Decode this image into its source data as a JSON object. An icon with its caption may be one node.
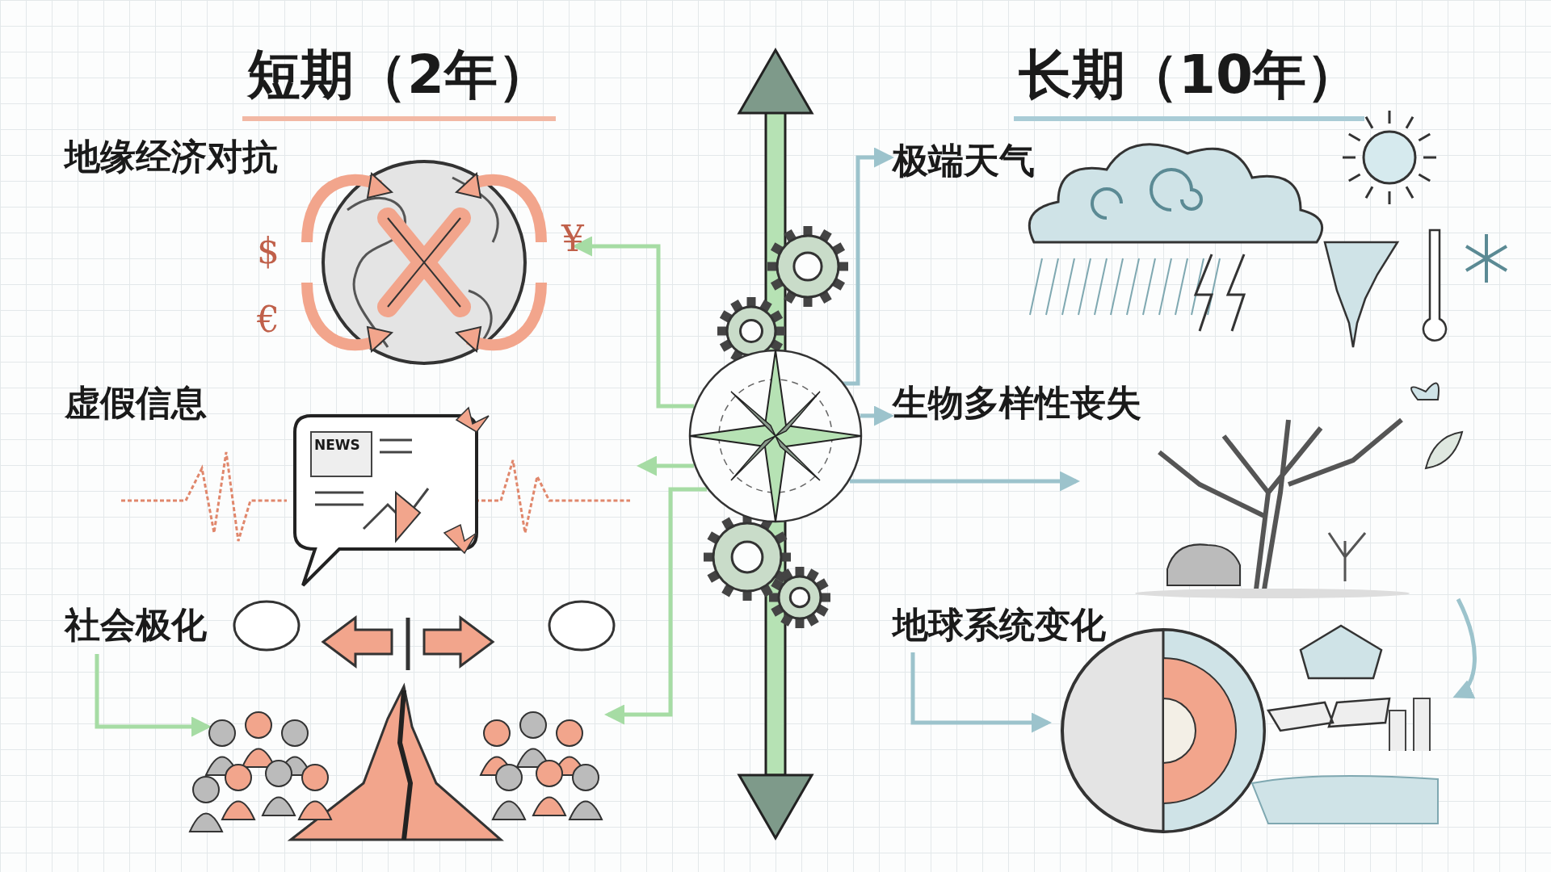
{
  "diagram": {
    "nodes": [
      {
        "text": [],
        "shape": "picture"
      },
      {
        "text": [
          "地缘经济对抗"
        ]
      },
      {
        "text": [
          "虚假信息"
        ]
      },
      {
        "text": [
          "社会极化"
        ]
      },
      {
        "text": [],
        "shape": "picture"
      },
      {
        "text": [
          "极端天气"
        ]
      },
      {
        "text": [
          "生物多样性丧失"
        ]
      },
      {
        "text": [
          "地球系统变化"
        ]
      },
      {
        "text": [],
        "shape": "picture"
      }
    ],
    "edges": [
      {
        "from": 0,
        "to": 1,
        "arrow": "to"
      },
      {
        "from": 0,
        "to": 2,
        "arrow": "to"
      },
      {
        "from": 0,
        "to": 4,
        "arrow": "to"
      },
      {
        "from": 3,
        "to": 4,
        "arrow": "to"
      },
      {
        "from": 0,
        "to": 5,
        "arrow": "to",
        "color": "#9cc3cc"
      },
      {
        "from": 0,
        "to": 6,
        "arrow": "to",
        "color": "#9cc3cc"
      },
      {
        "from": 0,
        "to": 6,
        "arrow": "to",
        "color": "#9cc3cc"
      },
      {
        "from": 6,
        "to": 8,
        "arrow": "to",
        "color": "#9cc3cc"
      },
      {
        "from": 7,
        "to": 8,
        "arrow": "to",
        "color": "#9cc3cc"
      }
    ],
    "labels": [
      "短期（2年）",
      "长期（10年）",
      "$",
      "€",
      "¥",
      "NEWS"
    ]
  }
}
